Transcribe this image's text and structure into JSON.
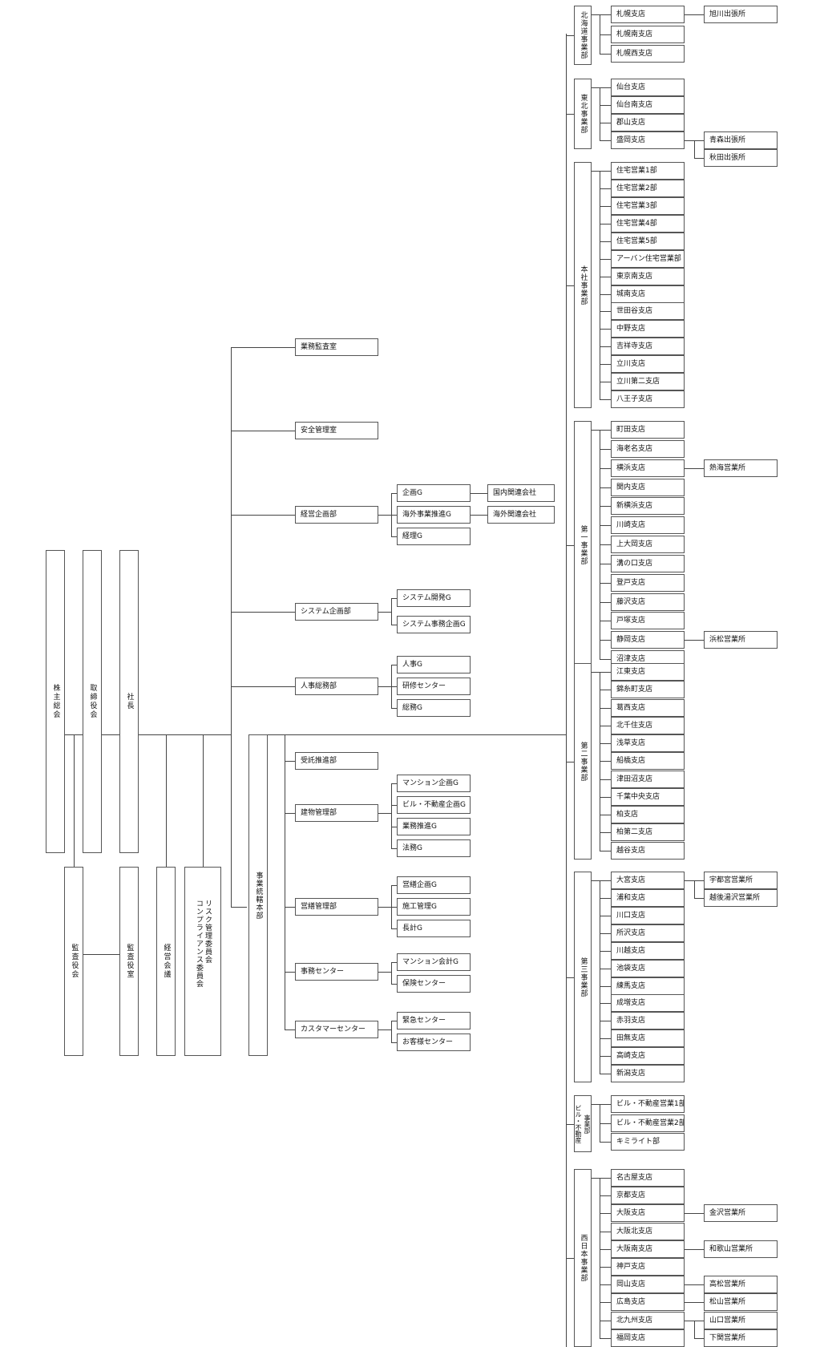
{
  "governance": {
    "shareholders": "株主総会",
    "board": "取締役会",
    "president": "社長",
    "auditors": "監査役会",
    "audit_office": "監査役室",
    "mgmt_council": "経営会議",
    "risk_committee": [
      "リスク管理委員会",
      "コンプライアンス委員会"
    ]
  },
  "staff": {
    "internal_audit": "業務監査室",
    "safety": "安全管理室",
    "corp_planning": {
      "label": "経営企画部",
      "groups": [
        "企画G",
        "海外事業推進G",
        "経理G"
      ],
      "affiliates": [
        "国内関連会社",
        "海外関連会社"
      ]
    },
    "system_planning": {
      "label": "システム企画部",
      "groups": [
        "システム開発G",
        "システム事務企画G"
      ]
    },
    "hr_general": {
      "label": "人事総務部",
      "groups": [
        "人事G",
        "研修センター",
        "総務G"
      ]
    }
  },
  "business_hq": {
    "label": "事業統轄本部",
    "entrusted": "受託推進部",
    "building_mgmt": {
      "label": "建物管理部",
      "groups": [
        "マンション企画G",
        "ビル・不動産企画G",
        "業務推進G",
        "法務G"
      ]
    },
    "repair_mgmt": {
      "label": "営繕管理部",
      "groups": [
        "営繕企画G",
        "施工管理G",
        "長計G"
      ]
    },
    "office_center": {
      "label": "事務センター",
      "groups": [
        "マンション会計G",
        "保険センター"
      ]
    },
    "customer_center": {
      "label": "カスタマーセンター",
      "groups": [
        "緊急センター",
        "お客様センター"
      ]
    }
  },
  "divisions": [
    {
      "name": "北海道事業部",
      "branches": [
        "札幌支店",
        "札幌南支店",
        "札幌西支店"
      ],
      "offices": [
        {
          "name": "旭川出張所",
          "branch": 0
        }
      ]
    },
    {
      "name": "東北事業部",
      "branches": [
        "仙台支店",
        "仙台南支店",
        "郡山支店",
        "盛岡支店"
      ],
      "offices": [
        {
          "name": "青森出張所",
          "branch": 3
        },
        {
          "name": "秋田出張所",
          "branch": 3
        }
      ]
    },
    {
      "name": "本社事業部",
      "branches": [
        "住宅営業1部",
        "住宅営業2部",
        "住宅営業3部",
        "住宅営業4部",
        "住宅営業5部",
        "アーバン住宅営業部",
        "東京南支店",
        "城南支店",
        "世田谷支店",
        "中野支店",
        "吉祥寺支店",
        "立川支店",
        "立川第二支店",
        "八王子支店"
      ],
      "offices": []
    },
    {
      "name": "第一事業部",
      "branches": [
        "町田支店",
        "海老名支店",
        "横浜支店",
        "関内支店",
        "新横浜支店",
        "川崎支店",
        "上大岡支店",
        "溝の口支店",
        "登戸支店",
        "藤沢支店",
        "戸塚支店",
        "静岡支店",
        "沼津支店"
      ],
      "offices": [
        {
          "name": "熱海営業所",
          "branch": 2
        },
        {
          "name": "浜松営業所",
          "branch": 11
        }
      ]
    },
    {
      "name": "第二事業部",
      "branches": [
        "江東支店",
        "錦糸町支店",
        "葛西支店",
        "北千住支店",
        "浅草支店",
        "船橋支店",
        "津田沼支店",
        "千葉中央支店",
        "柏支店",
        "柏第二支店",
        "越谷支店"
      ],
      "offices": []
    },
    {
      "name": "第三事業部",
      "branches": [
        "大宮支店",
        "浦和支店",
        "川口支店",
        "所沢支店",
        "川越支店",
        "池袋支店",
        "練馬支店",
        "成増支店",
        "赤羽支店",
        "田無支店",
        "高崎支店",
        "新潟支店"
      ],
      "offices": [
        {
          "name": "宇都宮営業所",
          "branch": 0
        },
        {
          "name": "越後湯沢営業所",
          "branch": 0
        }
      ]
    },
    {
      "name": "ビル・不動産事業部",
      "name_lines": [
        "事業部",
        "ビル・不動産"
      ],
      "branches": [
        "ビル・不動産営業1部",
        "ビル・不動産営業2部",
        "キミライト部"
      ],
      "offices": []
    },
    {
      "name": "西日本事業部",
      "branches": [
        "名古屋支店",
        "京都支店",
        "大阪支店",
        "大阪北支店",
        "大阪南支店",
        "神戸支店",
        "岡山支店",
        "広島支店",
        "北九州支店",
        "福岡支店"
      ],
      "offices": [
        {
          "name": "金沢営業所",
          "branch": 2
        },
        {
          "name": "和歌山営業所",
          "branch": 4
        },
        {
          "name": "高松営業所",
          "branch": 6
        },
        {
          "name": "松山営業所",
          "branch": 7
        },
        {
          "name": "山口営業所",
          "branch": 8
        },
        {
          "name": "下関営業所",
          "branch": 8
        }
      ]
    }
  ]
}
